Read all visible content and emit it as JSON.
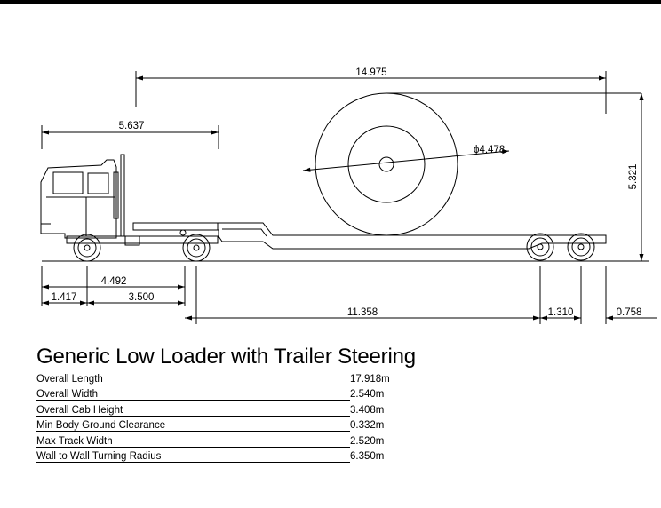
{
  "dimensions": {
    "overall_span": "14.975",
    "cab_to_kingpin": "5.637",
    "load_diameter": "ϕ4.478",
    "overall_height": "5.321",
    "front_axle_to_drive": "4.492",
    "front_overhang": "1.417",
    "wheelbase": "3.500",
    "drive_to_trailer_axle": "11.358",
    "trailer_axle_spread": "1.310",
    "rear_overhang": "0.758"
  },
  "title": "Generic Low Loader with Trailer Steering",
  "specs": [
    {
      "label": "Overall Length",
      "value": "17.918m"
    },
    {
      "label": "Overall Width",
      "value": "2.540m"
    },
    {
      "label": "Overall Cab Height",
      "value": "3.408m"
    },
    {
      "label": "Min Body Ground Clearance",
      "value": "0.332m"
    },
    {
      "label": "Max Track Width",
      "value": "2.520m"
    },
    {
      "label": "Wall to Wall Turning Radius",
      "value": "6.350m"
    }
  ],
  "colors": {
    "line": "#000000",
    "background": "#ffffff"
  }
}
